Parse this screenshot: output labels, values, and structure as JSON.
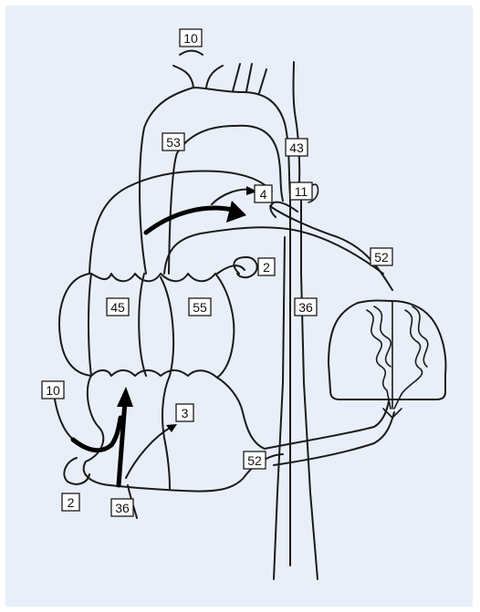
{
  "colors": {
    "background": "#e9eff9",
    "stroke": "#1a1a1a",
    "label_box": "#ffffff"
  },
  "labels": {
    "l10_top": "10",
    "l53": "53",
    "l43": "43",
    "l4": "4",
    "l11": "11",
    "l2_right": "2",
    "l52_top": "52",
    "l45": "45",
    "l55": "55",
    "l36_mid": "36",
    "l10_left": "10",
    "l3": "3",
    "l52_bottom": "52",
    "l2_bottom": "2",
    "l36_bottom": "36"
  }
}
